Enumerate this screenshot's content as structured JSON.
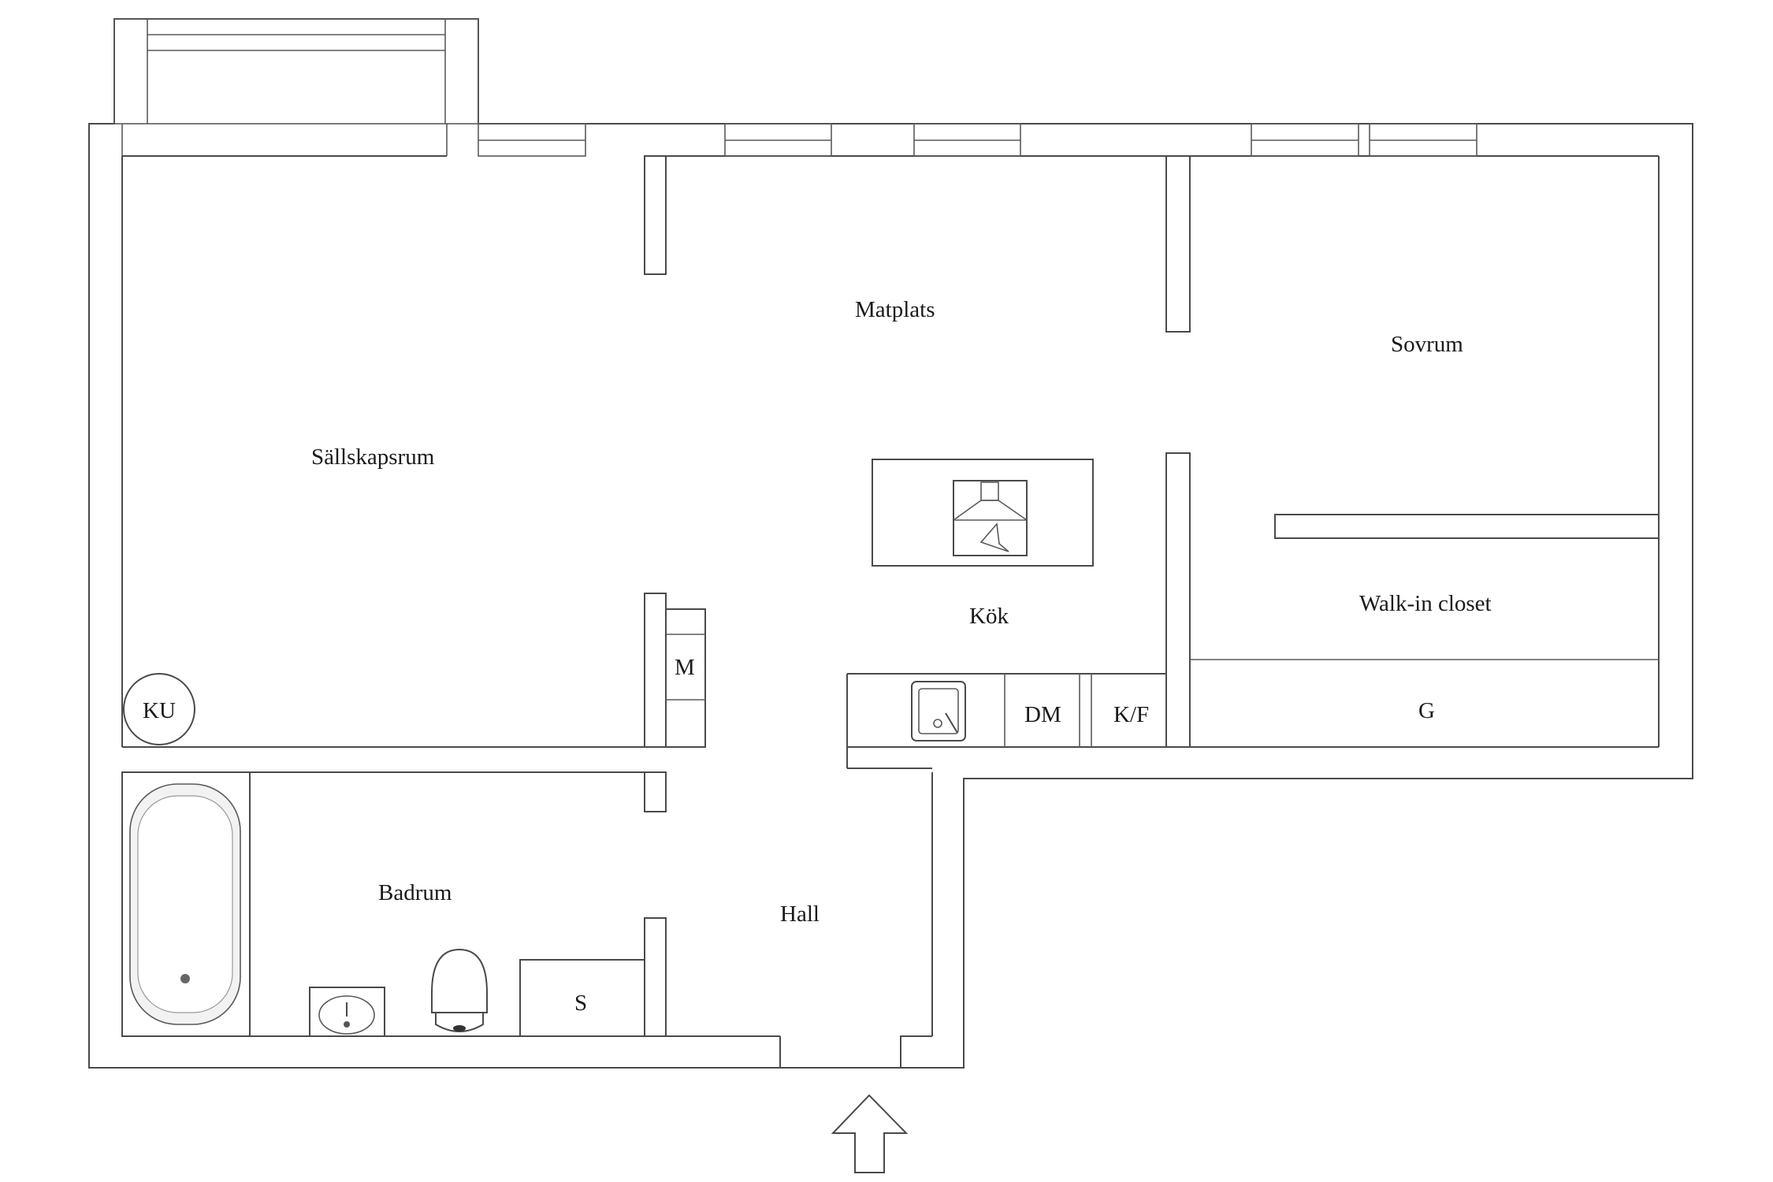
{
  "rooms": {
    "living_room": "Sällskapsrum",
    "dining": "Matplats",
    "bedroom": "Sovrum",
    "kitchen": "Kök",
    "walk_in_closet": "Walk-in closet",
    "bathroom": "Badrum",
    "hall": "Hall"
  },
  "fixtures": {
    "ku": "KU",
    "m": "M",
    "dm": "DM",
    "kf": "K/F",
    "g": "G",
    "s": "S"
  },
  "icons": {
    "entrance": "arrow-up-icon",
    "stove": "stove-icon",
    "sink": "sink-icon",
    "bathtub": "bathtub-icon",
    "washbasin": "washbasin-icon",
    "toilet": "toilet-icon"
  },
  "colors": {
    "wall_stroke": "#4a4a4a",
    "background": "#ffffff"
  }
}
